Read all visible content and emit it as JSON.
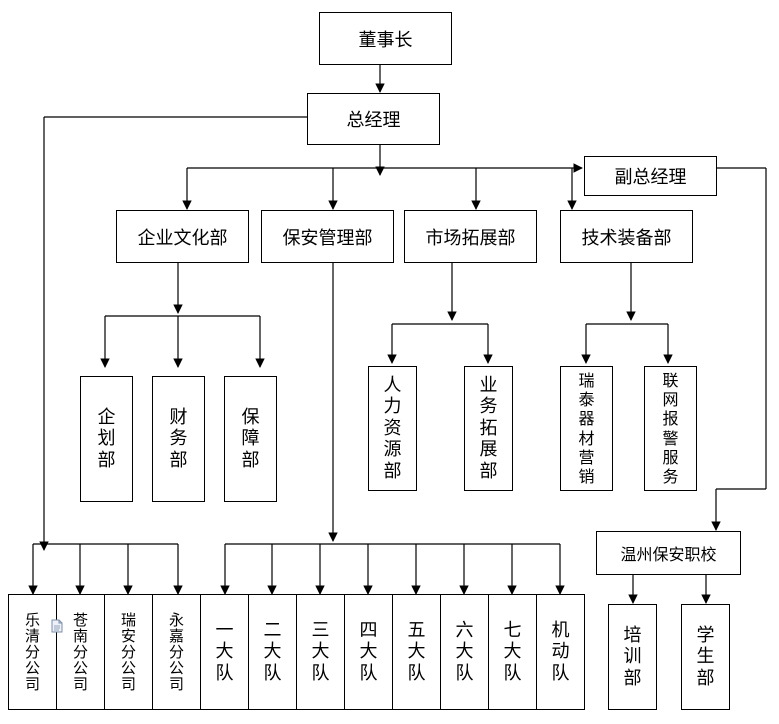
{
  "chairman": "董事长",
  "general_manager": "总经理",
  "deputy_manager": "副总经理",
  "departments": {
    "culture": "企业文化部",
    "security_mgmt": "保安管理部",
    "market": "市场拓展部",
    "tech": "技术装备部"
  },
  "culture_subs": [
    "企划部",
    "财务部",
    "保障部"
  ],
  "market_subs": [
    "人力资源部",
    "业务拓展部"
  ],
  "tech_subs": [
    "瑞泰器材营销",
    "联网报警服务"
  ],
  "branches": [
    "乐清分公司",
    "苍南分公司",
    "瑞安分公司",
    "永嘉分公司"
  ],
  "brigades": [
    "一大队",
    "二大队",
    "三大队",
    "四大队",
    "五大队",
    "六大队",
    "七大队",
    "机动队"
  ],
  "school": "温州保安职校",
  "school_subs": [
    "培训部",
    "学生部"
  ]
}
